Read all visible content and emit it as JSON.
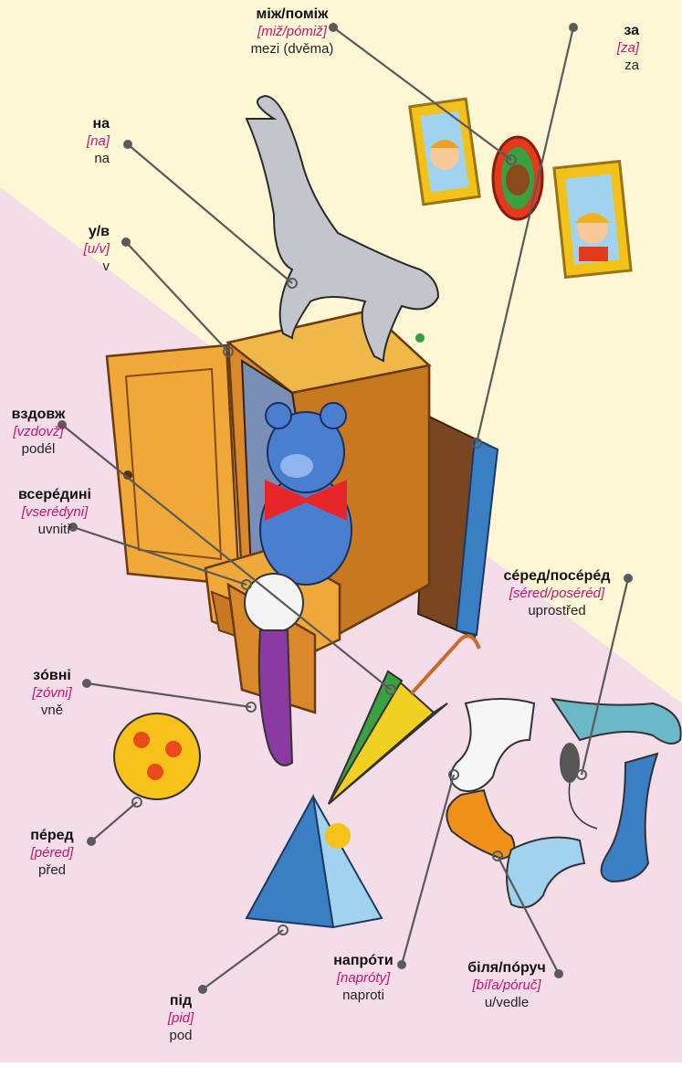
{
  "colors": {
    "background_top": "#fdf7d6",
    "background_bottom": "#f5dce9",
    "translit": "#c8156a",
    "leader": "#5a5a5a",
    "wood": "#e8a43a",
    "wood_dark": "#b06a1a"
  },
  "labels": {
    "mizh": {
      "uk": "між/поміж",
      "tr": "[miž/pómiž]",
      "cs": "mezi (dvěma)"
    },
    "za": {
      "uk": "за",
      "tr": "[za]",
      "cs": "za"
    },
    "na": {
      "uk": "на",
      "tr": "[na]",
      "cs": "na"
    },
    "u": {
      "uk": "у/в",
      "tr": "[u/v]",
      "cs": "v"
    },
    "vzdovzh": {
      "uk": "вздовж",
      "tr": "[vzdovž]",
      "cs": "podél"
    },
    "vseredyni": {
      "uk": "всерéдині",
      "tr": "[vserédyni]",
      "cs": "uvnitř"
    },
    "sered": {
      "uk": "сéред/посéрéд",
      "tr": "[séred/poséréd]",
      "cs": "uprostřed"
    },
    "zovni": {
      "uk": "зóвні",
      "tr": "[zóvni]",
      "cs": "vně"
    },
    "pered": {
      "uk": "пéред",
      "tr": "[péred]",
      "cs": "před"
    },
    "naproty": {
      "uk": "напрóти",
      "tr": "[napróty]",
      "cs": "naproti"
    },
    "bilia": {
      "uk": "біля/пóруч",
      "tr": "[bíľa/póruč]",
      "cs": "u/vedle"
    },
    "pid": {
      "uk": "під",
      "tr": "[pid]",
      "cs": "pod"
    }
  }
}
